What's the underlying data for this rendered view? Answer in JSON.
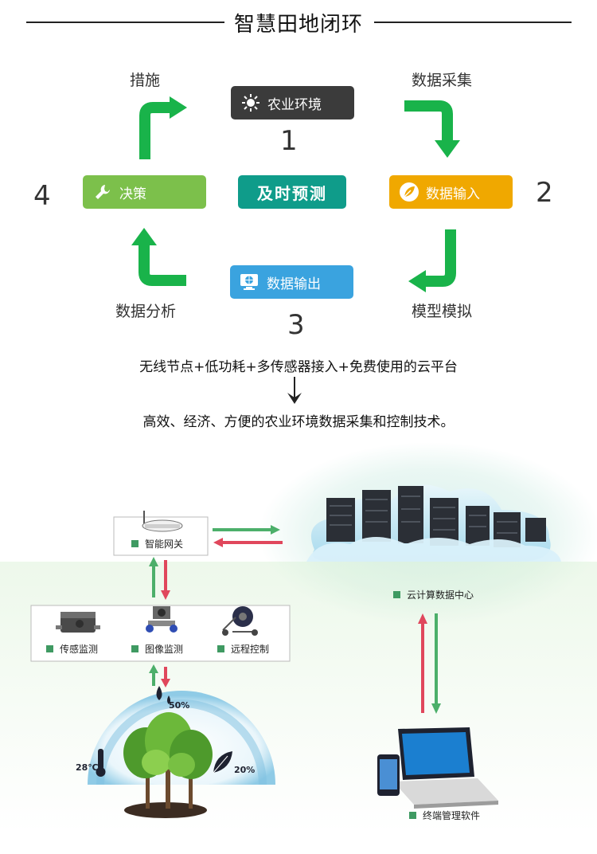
{
  "header": {
    "title": "智慧田地闭环"
  },
  "cycle": {
    "top_box": "农业环境",
    "center_box": "及时预测",
    "right_box": "数据输入",
    "bottom_box": "数据输出",
    "left_box": "决策",
    "labels": {
      "top_left": "措施",
      "top_right": "数据采集",
      "bottom_left": "数据分析",
      "bottom_right": "模型模拟"
    },
    "numbers": {
      "n1": "1",
      "n2": "2",
      "n3": "3",
      "n4": "4"
    }
  },
  "description": {
    "line1": "无线节点+低功耗+多传感器接入+免费使用的云平台",
    "line2": "高效、经济、方便的农业环境数据采集和控制技术。"
  },
  "system": {
    "gateway": "智能网关",
    "sensor": "传感监测",
    "image": "图像监测",
    "remote": "远程控制",
    "cloud": "云计算数据中心",
    "terminal": "终端管理软件",
    "humidity": "50%",
    "temperature": "28℃",
    "leaf_value": "20%"
  },
  "colors": {
    "dark_box": "#3b3b3b",
    "teal_box": "#0f9c8a",
    "orange_box": "#f0a800",
    "blue_box": "#3aa3df",
    "green_box": "#7cc04b",
    "arrow_green": "#19b34a",
    "arrow_red": "#e0475c",
    "arrow_green_up": "#4caf6a",
    "legend_square": "#3f9a62"
  }
}
